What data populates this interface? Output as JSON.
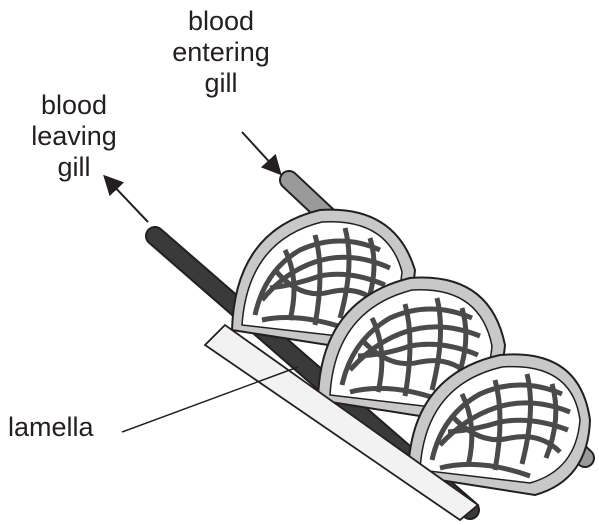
{
  "labels": {
    "entering": [
      "blood",
      "entering",
      "gill"
    ],
    "leaving": [
      "blood",
      "leaving",
      "gill"
    ],
    "lamella": "lamella"
  },
  "colors": {
    "outgoing_vessel": "#3a3a3a",
    "incoming_vessel": "#9a9a9a",
    "capillary": "#4a4a4a",
    "line": "#231f20"
  }
}
